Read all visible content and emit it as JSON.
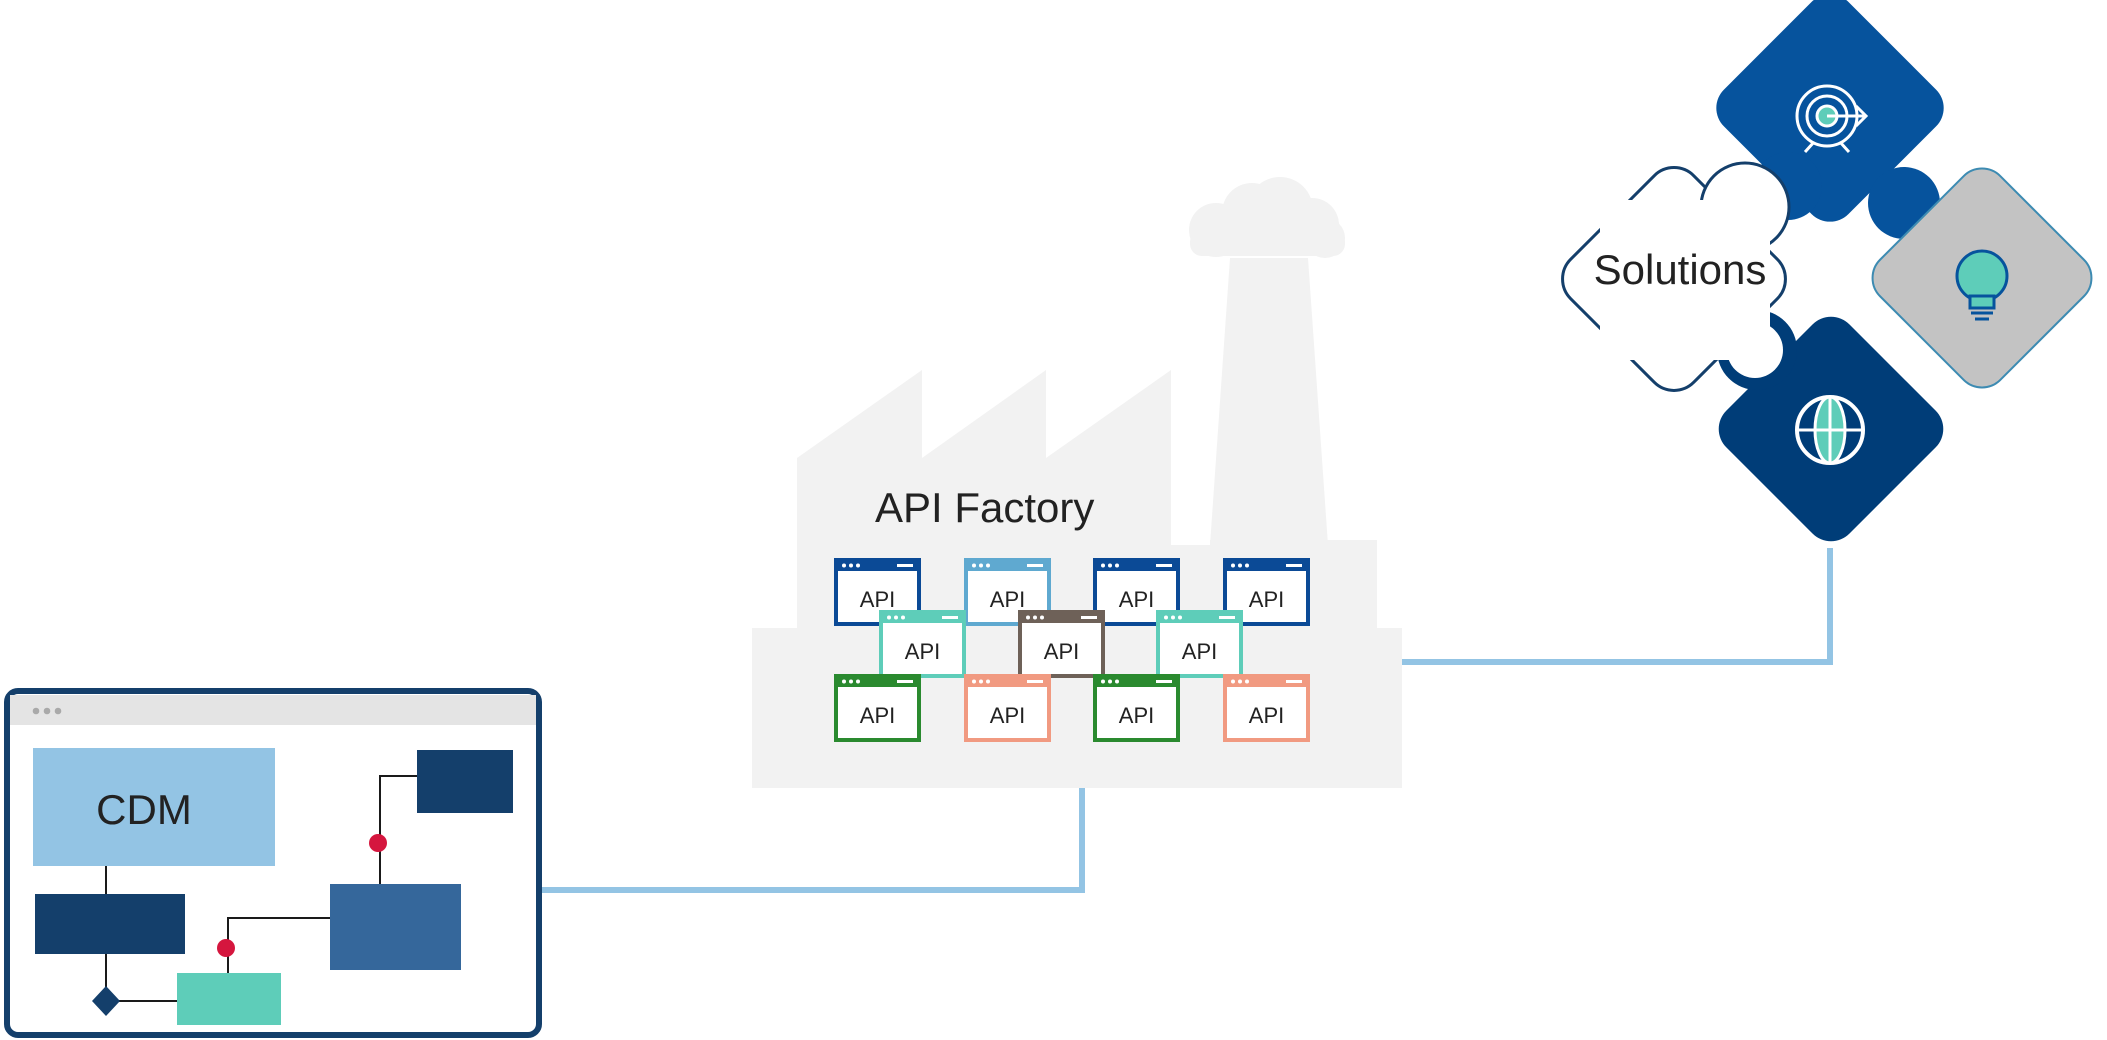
{
  "colors": {
    "navy": "#143f6b",
    "blue": "#35679b",
    "light_blue": "#93c4e4",
    "teal": "#5ecdb9",
    "red": "#d5163e",
    "connector": "#93c4e4",
    "factory_gray": "#f2f2f2",
    "puzzle_blue": "#06539d",
    "puzzle_navy": "#003d78",
    "puzzle_gray": "#c3c3c3",
    "green": "#2a8a2f",
    "salmon": "#f19a81",
    "brown": "#6e6158",
    "sky": "#5fa9d0",
    "dark_blue": "#0b4a96"
  },
  "cdm_window": {
    "label": "CDM"
  },
  "factory": {
    "title": "API Factory",
    "api_cards": [
      {
        "label": "API",
        "color": "dark_blue"
      },
      {
        "label": "API",
        "color": "sky"
      },
      {
        "label": "API",
        "color": "dark_blue"
      },
      {
        "label": "API",
        "color": "dark_blue"
      },
      {
        "label": "API",
        "color": "teal"
      },
      {
        "label": "API",
        "color": "brown"
      },
      {
        "label": "API",
        "color": "teal"
      },
      {
        "label": "API",
        "color": "green"
      },
      {
        "label": "API",
        "color": "salmon"
      },
      {
        "label": "API",
        "color": "green"
      },
      {
        "label": "API",
        "color": "salmon"
      }
    ]
  },
  "puzzle": {
    "solutions_label": "Solutions",
    "icons": [
      "target-icon",
      "lightbulb-icon",
      "globe-icon"
    ]
  }
}
